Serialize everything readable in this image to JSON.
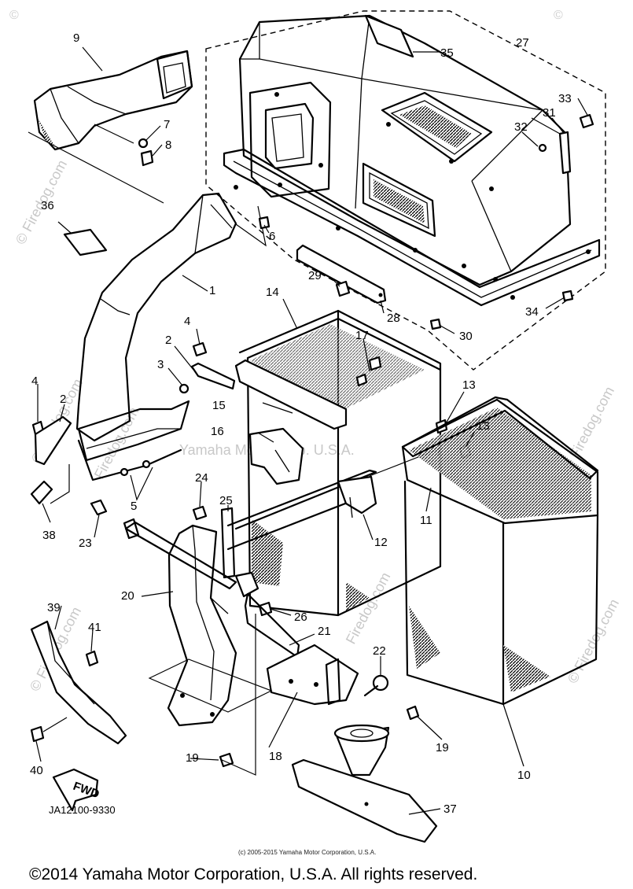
{
  "parts": [
    {
      "id": "p9",
      "label": "9"
    },
    {
      "id": "p7",
      "label": "7"
    },
    {
      "id": "p8",
      "label": "8"
    },
    {
      "id": "p35",
      "label": "35"
    },
    {
      "id": "p27",
      "label": "27"
    },
    {
      "id": "p33",
      "label": "33"
    },
    {
      "id": "p31",
      "label": "31"
    },
    {
      "id": "p32",
      "label": "32"
    },
    {
      "id": "p36",
      "label": "36"
    },
    {
      "id": "p6",
      "label": "6"
    },
    {
      "id": "p1",
      "label": "1"
    },
    {
      "id": "p29",
      "label": "29"
    },
    {
      "id": "p28",
      "label": "28"
    },
    {
      "id": "p14",
      "label": "14"
    },
    {
      "id": "p34",
      "label": "34"
    },
    {
      "id": "p30",
      "label": "30"
    },
    {
      "id": "p4a",
      "label": "4"
    },
    {
      "id": "p2a",
      "label": "2"
    },
    {
      "id": "p3",
      "label": "3"
    },
    {
      "id": "p17",
      "label": "17"
    },
    {
      "id": "p15",
      "label": "15"
    },
    {
      "id": "p13a",
      "label": "13"
    },
    {
      "id": "p4b",
      "label": "4"
    },
    {
      "id": "p2b",
      "label": "2"
    },
    {
      "id": "p16",
      "label": "16"
    },
    {
      "id": "p13b",
      "label": "13"
    },
    {
      "id": "p38",
      "label": "38"
    },
    {
      "id": "p5",
      "label": "5"
    },
    {
      "id": "p24",
      "label": "24"
    },
    {
      "id": "p25",
      "label": "25"
    },
    {
      "id": "p11",
      "label": "11"
    },
    {
      "id": "p23",
      "label": "23"
    },
    {
      "id": "p12",
      "label": "12"
    },
    {
      "id": "p20",
      "label": "20"
    },
    {
      "id": "p26",
      "label": "26"
    },
    {
      "id": "p39",
      "label": "39"
    },
    {
      "id": "p41",
      "label": "41"
    },
    {
      "id": "p21",
      "label": "21"
    },
    {
      "id": "p22",
      "label": "22"
    },
    {
      "id": "p19a",
      "label": "19"
    },
    {
      "id": "p18",
      "label": "18"
    },
    {
      "id": "p19b",
      "label": "19"
    },
    {
      "id": "p10",
      "label": "10"
    },
    {
      "id": "p40",
      "label": "40"
    },
    {
      "id": "p37",
      "label": "37"
    }
  ],
  "front_arrow": "FWD",
  "diagram_code": "JA12100-9330",
  "small_copyright": "(c) 2005-2015 Yamaha Motor Corporation, U.S.A.",
  "footer_copyright": "©2014 Yamaha Motor Corporation, U.S.A. All rights reserved.",
  "watermarks": {
    "corner": "©",
    "firedog": "© Firedog.com",
    "firedog_short": "Firedog.com",
    "yamaha": "Yamaha Motor Corp. U.S.A."
  }
}
